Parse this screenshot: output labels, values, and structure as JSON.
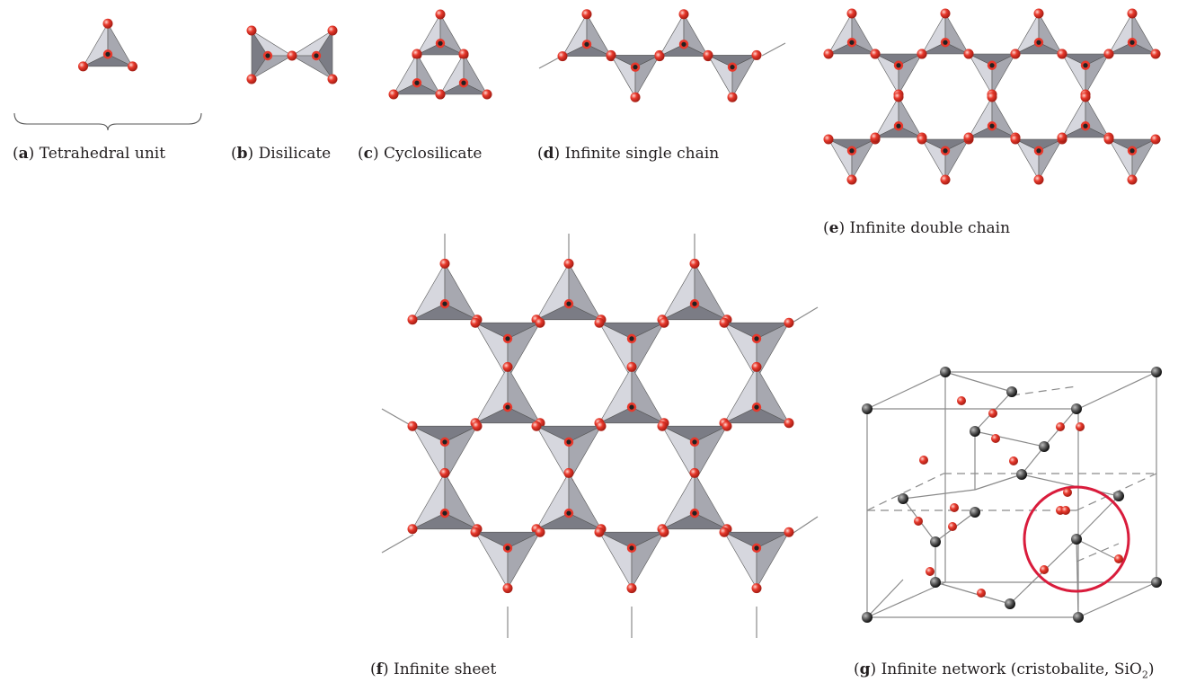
{
  "captions": {
    "a": {
      "letter": "a",
      "text": "Tetrahedral unit"
    },
    "b": {
      "letter": "b",
      "text": "Disilicate"
    },
    "c": {
      "letter": "c",
      "text": "Cyclosilicate"
    },
    "d": {
      "letter": "d",
      "text": "Infinite single chain"
    },
    "e": {
      "letter": "e",
      "text": "Infinite double chain"
    },
    "f": {
      "letter": "f",
      "text": "Infinite sheet"
    },
    "g": {
      "letter": "g",
      "text_before": "Infinite network (cristobalite, SiO",
      "sub": "2",
      "text_after": ")"
    }
  },
  "colors": {
    "oxygen": "#e8392c",
    "silicon": "#222222",
    "face_light": "#d6d7de",
    "face_dark": "#7b7c85",
    "highlight_circle": "#d91c3c",
    "cube_line": "#8a8a8a"
  }
}
